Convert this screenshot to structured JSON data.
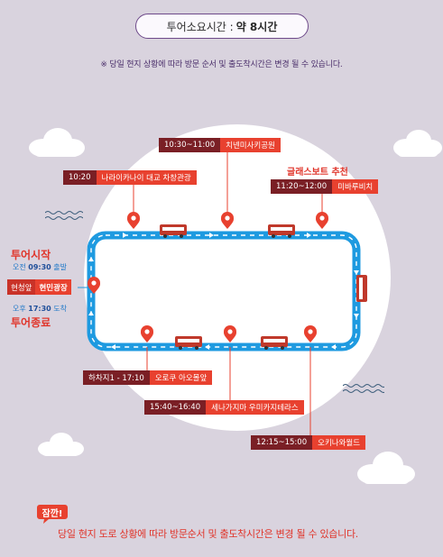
{
  "header": {
    "duration_label": "투어소요시간 :",
    "duration_value": "약 8시간",
    "notice": "※ 당일 현지 상황에 따라 방문 순서 및 출도착시간은 변경 될 수 있습니다."
  },
  "stops": [
    {
      "time": "10:20",
      "place": "나라이카나이 대교 차창관광"
    },
    {
      "time": "10:30~11:00",
      "place": "치넨미사키공원"
    },
    {
      "time": "11:20~12:00",
      "place": "미바루비치"
    },
    {
      "time": "15:40~16:40",
      "place": "세나가지마 우미카지테라스"
    },
    {
      "time": "12:15~15:00",
      "place": "오키나와월드"
    },
    {
      "time": "하차지1 - 17:10",
      "place": "오로쿠 아오몰앞"
    }
  ],
  "recommend_label": "글래스보트 추천",
  "tour_start": {
    "title": "투어시작",
    "prefix": "오전",
    "time": "09:30",
    "suffix": "출발"
  },
  "meeting_point": {
    "prefix": "현청앞",
    "name": "현민광장"
  },
  "tour_end": {
    "prefix": "오후",
    "time": "17:30",
    "suffix": "도착",
    "title": "투어종료"
  },
  "footer": {
    "badge": "잠깐!",
    "notice": "당일 현지 도로 상황에 따라 방문순서 및 출도착시간은 변경 될 수 있습니다."
  },
  "colors": {
    "route_blue": "#1e9ae0",
    "accent_red": "#e8412f",
    "dark_red": "#7a1f25",
    "purple": "#6e4a8a"
  }
}
